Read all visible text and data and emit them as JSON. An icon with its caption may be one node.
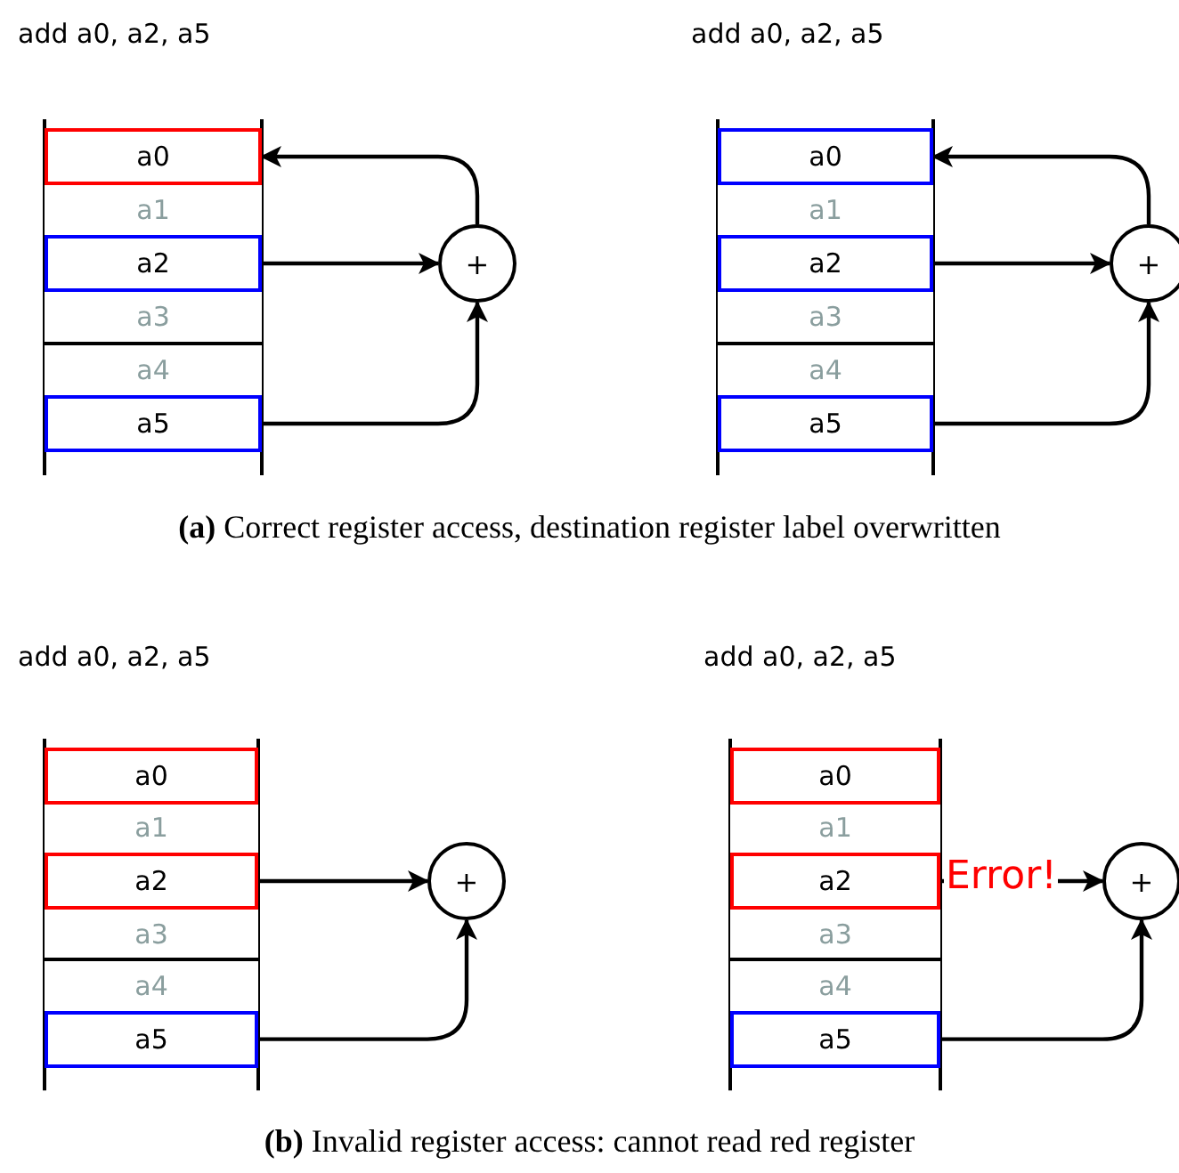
{
  "diagram": {
    "nodes": [
      {
        "text": [
          "a0"
        ]
      },
      {
        "text": [
          "a1"
        ]
      },
      {
        "text": [
          "a2"
        ]
      },
      {
        "text": [
          "a3"
        ]
      },
      {
        "text": [
          "a4"
        ]
      },
      {
        "text": [
          "a5"
        ]
      },
      {
        "text": [
          "+"
        ]
      },
      {
        "text": [
          "a0"
        ]
      },
      {
        "text": [
          "a1"
        ]
      },
      {
        "text": [
          "a2"
        ]
      },
      {
        "text": [
          "a3"
        ]
      },
      {
        "text": [
          "a4"
        ]
      },
      {
        "text": [
          "a5"
        ]
      },
      {
        "text": [
          "+"
        ]
      },
      {
        "text": [
          "a0"
        ]
      },
      {
        "text": [
          "a1"
        ]
      },
      {
        "text": [
          "a2"
        ]
      },
      {
        "text": [
          "a3"
        ]
      },
      {
        "text": [
          "a4"
        ]
      },
      {
        "text": [
          "a5"
        ]
      },
      {
        "text": [
          "+"
        ]
      },
      {
        "text": [
          "a0"
        ]
      },
      {
        "text": [
          "a1"
        ]
      },
      {
        "text": [
          "a2"
        ]
      },
      {
        "text": [
          "a3"
        ]
      },
      {
        "text": [
          "a4"
        ]
      },
      {
        "text": [
          "a5"
        ]
      },
      {
        "text": [
          "+"
        ]
      }
    ],
    "edges": [
      {
        "from": 6,
        "to": 0,
        "arrow": "to"
      },
      {
        "from": 2,
        "to": 6,
        "arrow": "to"
      },
      {
        "from": 5,
        "to": 6,
        "arrow": "to"
      },
      {
        "from": 13,
        "to": 7,
        "arrow": "to"
      },
      {
        "from": 9,
        "to": 13,
        "arrow": "to"
      },
      {
        "from": 12,
        "to": 13,
        "arrow": "to"
      },
      {
        "from": 16,
        "to": 20,
        "arrow": "to"
      },
      {
        "from": 19,
        "to": 20,
        "arrow": "to"
      },
      {
        "from": 23,
        "to": 27,
        "arrow": "to",
        "label": "Error!"
      },
      {
        "from": 26,
        "to": 27,
        "arrow": "to"
      }
    ],
    "labels": [
      "add a0, a2, a5",
      "add a0, a2, a5",
      "**(a)** Correct register access, destination register label overwritten",
      "add a0, a2, a5",
      "add a0, a2, a5",
      "**(b)** Invalid register access: cannot read red register"
    ]
  }
}
